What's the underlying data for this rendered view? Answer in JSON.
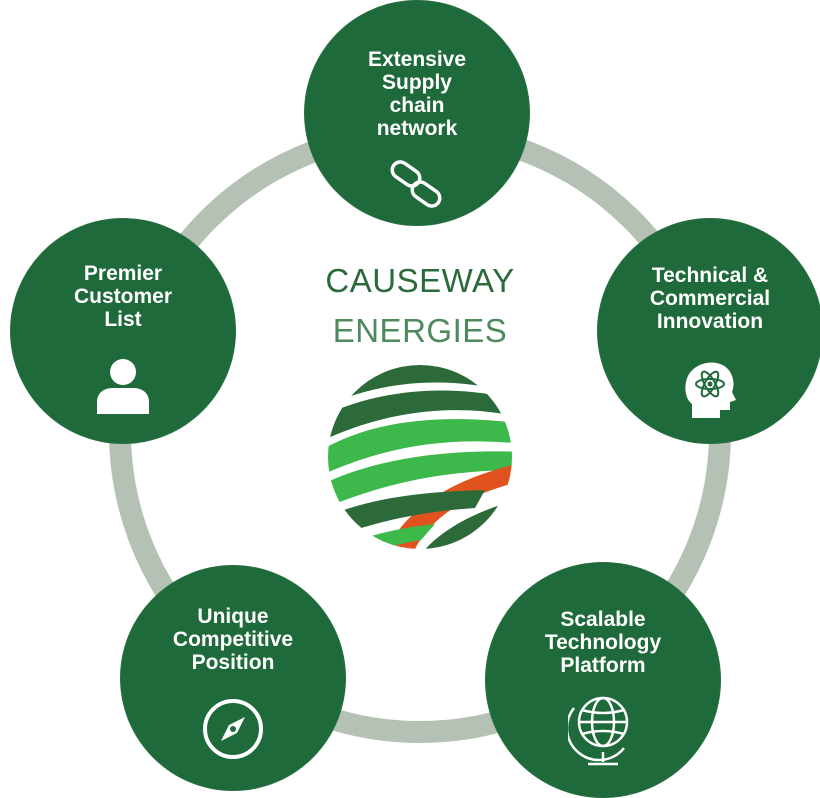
{
  "brand": {
    "name": "CAUSEWAY",
    "subtitle": "ENERGIES",
    "logo_icon": "striped-globe-logo"
  },
  "colors": {
    "node_fill": "#1f6a3a",
    "ring": "#b4c1b4",
    "text": "#ffffff",
    "brand_text": "#2b6a3b",
    "logo_dark_green": "#2d6a3a",
    "logo_light_green": "#3db84a",
    "logo_orange": "#e0531f"
  },
  "nodes": [
    {
      "id": "supply",
      "lines": [
        "Extensive",
        "Supply",
        "chain",
        "network"
      ],
      "icon": "chain-link-icon"
    },
    {
      "id": "innovation",
      "lines": [
        "Technical &",
        "Commercial",
        "Innovation"
      ],
      "icon": "head-atom-icon"
    },
    {
      "id": "platform",
      "lines": [
        "Scalable",
        "Technology",
        "Platform"
      ],
      "icon": "globe-icon"
    },
    {
      "id": "position",
      "lines": [
        "Unique",
        "Competitive",
        "Position"
      ],
      "icon": "compass-icon"
    },
    {
      "id": "customers",
      "lines": [
        "Premier",
        "Customer",
        "List"
      ],
      "icon": "person-icon"
    }
  ]
}
